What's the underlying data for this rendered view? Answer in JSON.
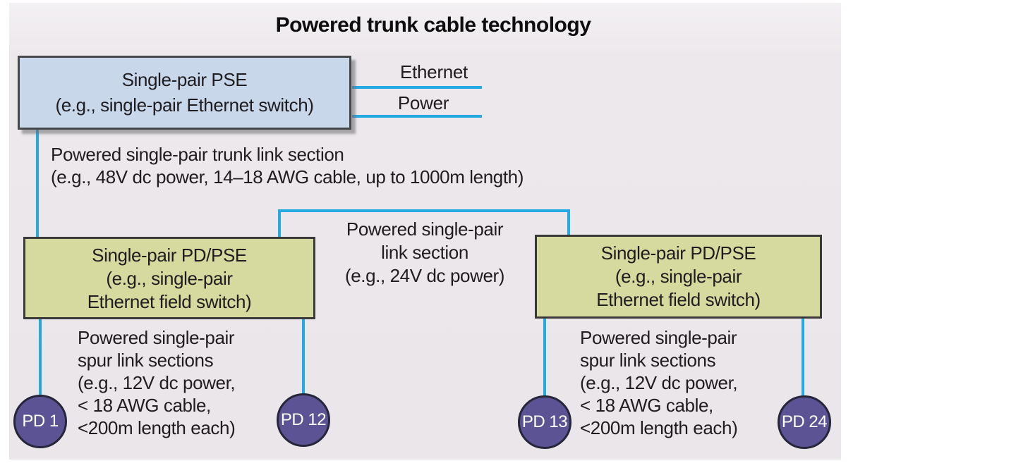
{
  "title": "Powered trunk cable technology",
  "pse": {
    "line1": "Single-pair PSE",
    "line2": "(e.g., single-pair Ethernet switch)"
  },
  "uplink": {
    "ethernet_label": "Ethernet",
    "power_label": "Power"
  },
  "trunk_note": {
    "line1": "Powered single-pair trunk link section",
    "line2": "(e.g., 48V dc power, 14–18 AWG cable, up to 1000m length)"
  },
  "mid_note": {
    "line1": "Powered single-pair",
    "line2": "link section",
    "line3": "(e.g., 24V dc power)"
  },
  "field_switch_left": {
    "line1": "Single-pair PD/PSE",
    "line2": "(e.g., single-pair",
    "line3": "Ethernet field switch)"
  },
  "field_switch_right": {
    "line1": "Single-pair PD/PSE",
    "line2": "(e.g., single-pair",
    "line3": "Ethernet field switch)"
  },
  "spur_note_left": {
    "line1": "Powered single-pair",
    "line2": "spur link sections",
    "line3": "(e.g., 12V dc power,",
    "line4": "< 18 AWG cable,",
    "line5": "<200m length each)"
  },
  "spur_note_right": {
    "line1": "Powered single-pair",
    "line2": "spur link sections",
    "line3": "(e.g., 12V dc power,",
    "line4": "< 18 AWG cable,",
    "line5": "<200m length each)"
  },
  "pd_nodes": {
    "pd1": "PD 1",
    "pd12": "PD 12",
    "pd13": "PD 13",
    "pd24": "PD 24"
  },
  "colors": {
    "panel_bg": "#ECE8EB",
    "cable_blue": "#25A9E3",
    "pse_fill": "#C9D7EA",
    "pse_border": "#47484C",
    "switch_fill": "#D6DA9E",
    "switch_border": "#3A3B38",
    "node_fill": "#5B5394",
    "node_border": "#26263B",
    "text": "#1F1D20"
  }
}
